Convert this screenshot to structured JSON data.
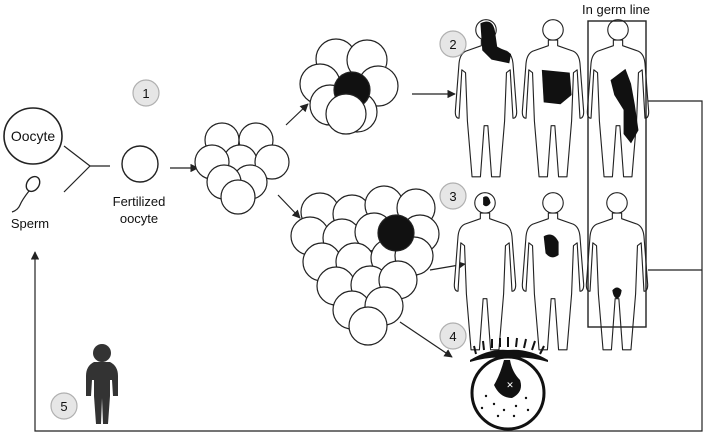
{
  "labels": {
    "oocyte": "Oocyte",
    "sperm": "Sperm",
    "fertilized_line1": "Fertilized",
    "fertilized_line2": "oocyte",
    "germ_line": "In germ line"
  },
  "steps": [
    "1",
    "2",
    "3",
    "4",
    "5"
  ],
  "colors": {
    "stroke": "#222222",
    "badge_fill": "#e6e6e6",
    "badge_stroke": "#b0b0b0",
    "dark": "#111111"
  }
}
